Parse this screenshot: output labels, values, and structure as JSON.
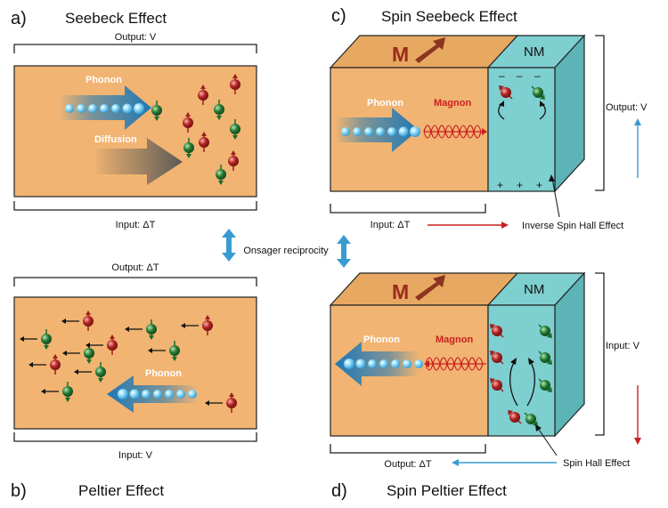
{
  "panels": {
    "a": {
      "letter": "a)",
      "title": "Seebeck Effect",
      "output": "Output: V",
      "input": "Input: ΔT",
      "phonon": "Phonon",
      "diffusion": "Diffusion"
    },
    "b": {
      "letter": "b)",
      "title": "Peltier Effect",
      "output": "Output: ΔT",
      "input": "Input: V",
      "phonon": "Phonon"
    },
    "c": {
      "letter": "c)",
      "title": "Spin Seebeck Effect",
      "m": "M",
      "nm": "NM",
      "phonon": "Phonon",
      "magnon": "Magnon",
      "output": "Output: V",
      "input": "Input: ΔT",
      "effect": "Inverse Spin Hall Effect",
      "minus": "–",
      "plus": "+"
    },
    "d": {
      "letter": "d)",
      "title": "Spin Peltier Effect",
      "m": "M",
      "nm": "NM",
      "phonon": "Phonon",
      "magnon": "Magnon",
      "input": "Input: V",
      "output": "Output: ΔT",
      "effect": "Spin Hall Effect"
    }
  },
  "center": {
    "onsager": "Onsager reciprocity"
  },
  "colors": {
    "slab": "#f1b472",
    "slab_top": "#e7a862",
    "nm_front": "#7ecfd0",
    "nm_side": "#5cb4b6",
    "arrow_blue": "#1f78b4",
    "reciprocity": "#3a9bd1",
    "spin_red": "#9e1f1f",
    "spin_green": "#1c6b2a",
    "magnon_red": "#cc1f1f",
    "m_arrow": "#8b3520"
  }
}
